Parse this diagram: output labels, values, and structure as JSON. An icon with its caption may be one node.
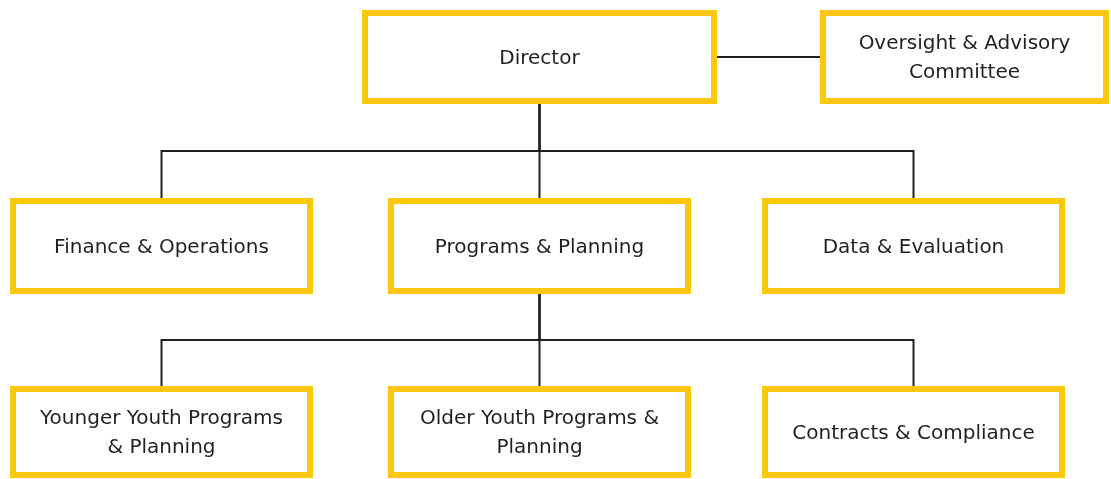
{
  "diagram": {
    "nodes": [
      {
        "text": [
          "Director"
        ]
      },
      {
        "text": [
          "Oversight & Advisory Committee"
        ]
      },
      {
        "text": [
          "Finance & Operations"
        ]
      },
      {
        "text": [
          "Programs & Planning"
        ]
      },
      {
        "text": [
          "Data & Evaluation"
        ]
      },
      {
        "text": [
          "Younger Youth Programs & Planning"
        ]
      },
      {
        "text": [
          "Older Youth Programs & Planning"
        ]
      },
      {
        "text": [
          "Contracts & Compliance"
        ]
      }
    ],
    "edges": [
      {
        "from": 0,
        "to": 1,
        "arrow": "none"
      },
      {
        "from": 0,
        "to": 2,
        "arrow": "none"
      },
      {
        "from": 0,
        "to": 3,
        "arrow": "none"
      },
      {
        "from": 0,
        "to": 4,
        "arrow": "none"
      },
      {
        "from": 3,
        "to": 5,
        "arrow": "none"
      },
      {
        "from": 3,
        "to": 6,
        "arrow": "none"
      },
      {
        "from": 3,
        "to": 7,
        "arrow": "none"
      }
    ]
  }
}
